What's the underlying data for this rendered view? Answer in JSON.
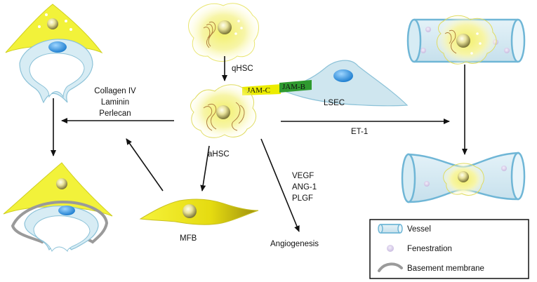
{
  "labels": {
    "qhsc": "qHSC",
    "ahsc": "aHSC",
    "lsec": "LSEC",
    "mfb": "MFB",
    "angiogenesis": "Angiogenesis",
    "et1": "ET-1",
    "jam_c": "JAM-C",
    "jam_b": "JAM-B",
    "matrix": [
      "Collagen IV",
      "Laminin",
      "Perlecan"
    ],
    "factors": [
      "VEGF",
      "ANG-1",
      "PLGF"
    ]
  },
  "legend": {
    "items": [
      {
        "icon": "vessel-icon",
        "label": "Vessel"
      },
      {
        "icon": "fenestration-icon",
        "label": "Fenestration"
      },
      {
        "icon": "basement-membrane-icon",
        "label": "Basement membrane"
      }
    ]
  },
  "colors": {
    "cell_yellow": "#f2f23a",
    "cell_glow": "#fafab0",
    "vessel_blue": "#cfe6ef",
    "vessel_stroke": "#6fb6d6",
    "nucleus_blue": "#3d9be0",
    "fenestration": "#d9cde8",
    "basement_gray": "#9a9a9a",
    "jam_c_color": "#e6e600",
    "jam_b_color": "#2f9a2f"
  }
}
